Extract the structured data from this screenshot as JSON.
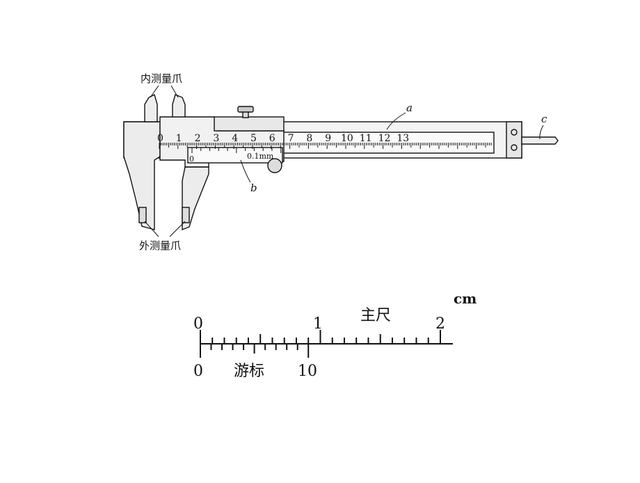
{
  "caliper": {
    "inner_jaw_label": "内测量爪",
    "outer_jaw_label": "外测量爪",
    "part_a": "a",
    "part_b": "b",
    "part_c": "c",
    "main_scale_numbers": [
      "0",
      "1",
      "2",
      "3",
      "4",
      "5",
      "6",
      "7",
      "8",
      "9",
      "10",
      "11",
      "12",
      "13"
    ],
    "vernier_precision": "0.1mm",
    "vernier_zero": "0"
  },
  "scale_detail": {
    "unit": "cm",
    "main_scale_label": "主尺",
    "main_scale_ticks": [
      "0",
      "1",
      "2"
    ],
    "vernier_label": "游标",
    "vernier_ticks": [
      "0",
      "10"
    ],
    "vernier_divisions": 10,
    "main_divisions": 20
  }
}
